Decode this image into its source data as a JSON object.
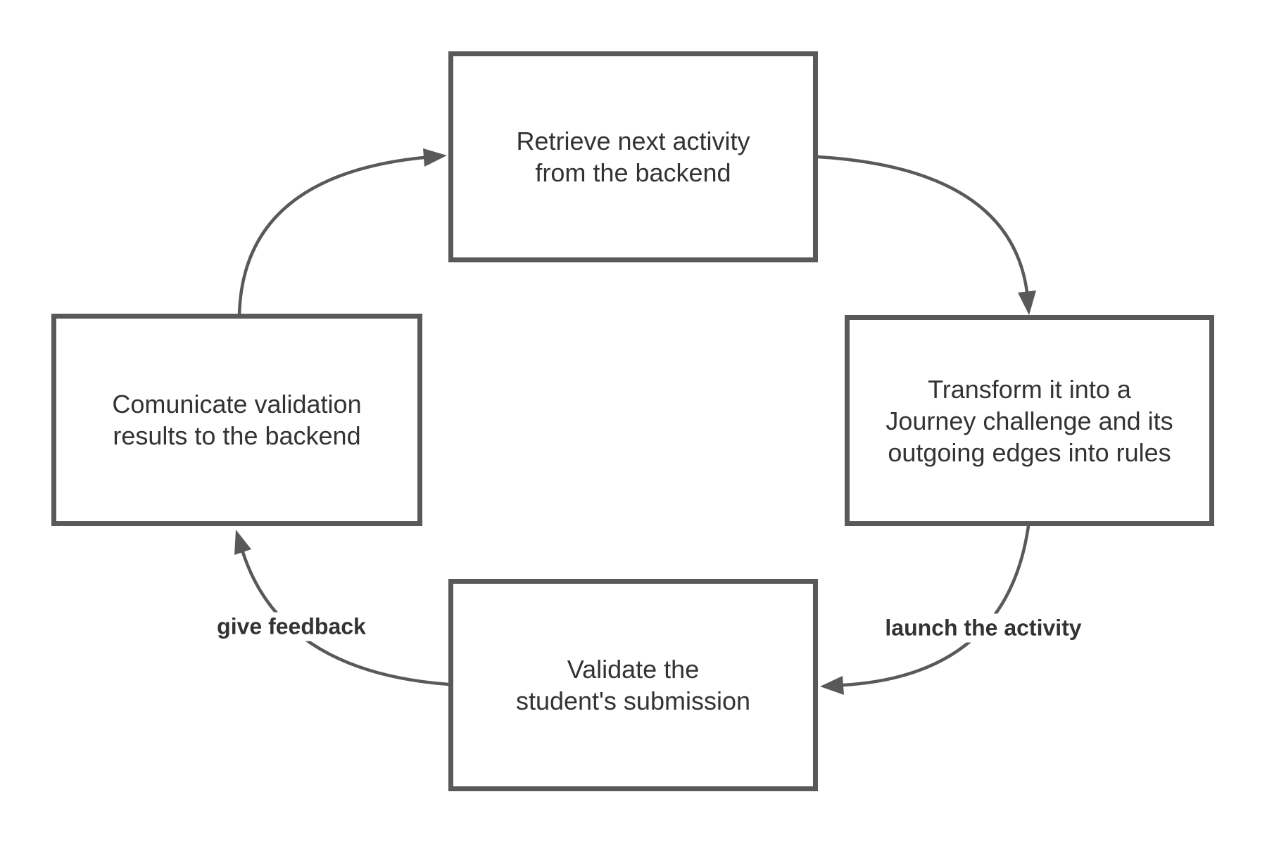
{
  "diagram": {
    "background_color": "#ffffff",
    "stroke_color": "#595959",
    "text_color": "#333333",
    "nodes": [
      {
        "id": "retrieve",
        "label": "Retrieve next activity\nfrom the backend"
      },
      {
        "id": "transform",
        "label": "Transform it into a\nJourney challenge and its\noutgoing edges into rules"
      },
      {
        "id": "validate",
        "label": "Validate the\nstudent's submission"
      },
      {
        "id": "communicate",
        "label": "Comunicate validation\nresults to the backend"
      }
    ],
    "edges": [
      {
        "from": "retrieve",
        "to": "transform",
        "label": ""
      },
      {
        "from": "transform",
        "to": "validate",
        "label": "launch the activity"
      },
      {
        "from": "validate",
        "to": "communicate",
        "label": "give feedback"
      },
      {
        "from": "communicate",
        "to": "retrieve",
        "label": ""
      }
    ]
  }
}
